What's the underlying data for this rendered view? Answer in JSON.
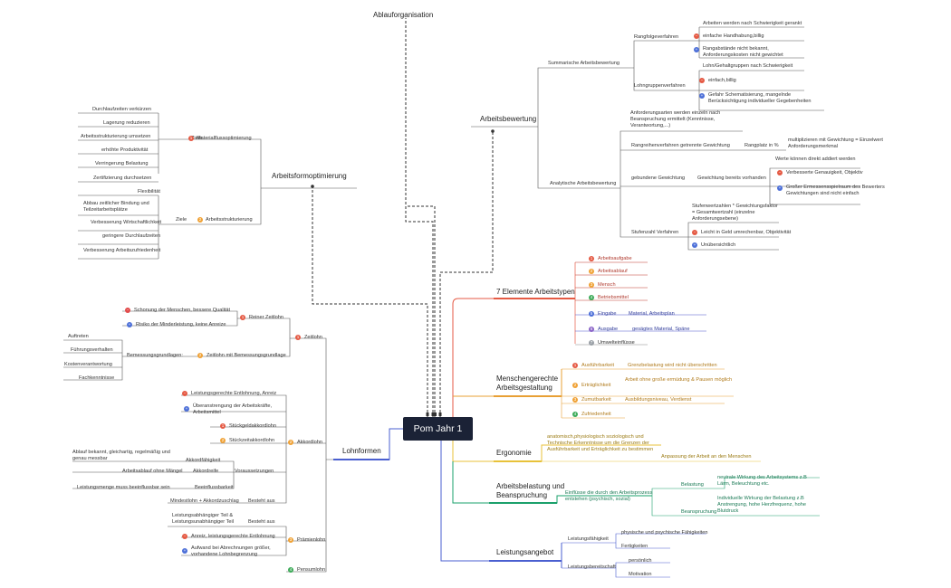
{
  "root": "Pom Jahr 1",
  "colors": {
    "root_bg": "#1b2236",
    "orange": "#e8a035",
    "red": "#e55a44",
    "green": "#1aa06b",
    "blue": "#4a5fd0",
    "purple": "#4b55c9",
    "grey": "#555555"
  },
  "ablauf": "Ablauforganisation",
  "arbeitsformopt": {
    "title": "Arbeitsformoptimierung",
    "materialfluss": "Materialflussoptimierung",
    "ziele1": "Ziele",
    "items1": [
      "Durchlaufzeiten verkürzen",
      "Lagerung reduzieren",
      "Arbeitsstrukturierung umsetzen",
      "erhöhte Produktivität",
      "Verringerung Belastung",
      "Zertifizierung durchsetzen"
    ],
    "arbeitsstruk": "Arbeitsstrukturierung",
    "ziele2": "Ziele",
    "items2": [
      "Flexibilität",
      "Abbau zeitlicher Bindung und Teilzeitarbeitsplätze",
      "Verbesserung Wirtschaftlichkeit",
      "geringere Durchlaufzeiten",
      "Verbesserung Arbeitszufriedenheit"
    ]
  },
  "arbeitsbewertung": {
    "title": "Arbeitsbewertung",
    "summarisch": "Summarische Arbeitsbewertung",
    "rangfolge": "Rangfolgeverfahren",
    "rangfolge_desc": "Arbeiten werden nach Schwierigkeit gerankt",
    "rangfolge_plus": "einfache Handhabung,billig",
    "rangfolge_minus": "Rangabstände nicht bekannt, Anforderungskosten nicht gewichtet",
    "lohngruppen": "Lohngruppenverfahren",
    "lohngruppen_desc": "Lohn/Gehaltgruppen nach Schwierigkeit",
    "lohngruppen_plus": "einfach,billig",
    "lohngruppen_minus": "Gefahr Schematisierung, mangelnde Berücksichtigung individueller Gegebenheiten",
    "analytisch": "Analytische Arbeitsbewertung",
    "analytisch_desc": "Anforderungsarten werden einzeln nach Beanspruchung ermittelt (Kenntnisse, Verantwortung,...)",
    "rangreihen": "Rangreihenverfahren getrennte Gewichtung",
    "rangplatz": "Rangplatz in %",
    "rangplatz_desc": "multiplizieren mit Gewichtung = Einzelwert Anforderungsmerkmal",
    "gebunden": "gebundene Gewichtung",
    "gewichtung_vorhanden": "Gewichtung bereits vorhanden",
    "werte": "Werte können direkt addiert werden",
    "gen_minus": "Verbesserte Genauigkeit, Objektiv",
    "gen_plus": "Großer Ermessensspielraum des Bewerters Gewichtungen sind nicht einfach",
    "stufenzahl": "Stufenzahl Verfahren",
    "stufen_desc": "Stufenwertzahlen * Gewichtungsfaktor = Gesamtwertzahl (einzelne Anforderungsebene)",
    "stufen_minus": "Leicht in Geld umrechenbar, Objektivität",
    "stufen_plus": "Unübersichtlich"
  },
  "sieben": {
    "title": "7 Elemente Arbeitstypen",
    "items": [
      {
        "label": "Arbeitsaufgabe",
        "num": "1",
        "extra": ""
      },
      {
        "label": "Arbeitsablauf",
        "num": "2",
        "extra": ""
      },
      {
        "label": "Mensch",
        "num": "3",
        "extra": ""
      },
      {
        "label": "Betriebsmittel",
        "num": "4",
        "extra": ""
      },
      {
        "label": "Eingabe",
        "num": "5",
        "extra": "Material, Arbeitsplan"
      },
      {
        "label": "Ausgabe",
        "num": "6",
        "extra": "gesägtes Material, Späne"
      },
      {
        "label": "Umwelteinflüsse",
        "num": "7",
        "extra": ""
      }
    ]
  },
  "menschen": {
    "title": "Menschengerechte Arbeitsgestaltung",
    "items": [
      {
        "label": "Ausführbarkeit",
        "num": "1",
        "desc": "Grenzbelastung wird nicht überschritten"
      },
      {
        "label": "Erträglichkeit",
        "num": "2",
        "desc": "Arbeit ohne große ermüdung & Pausen möglich"
      },
      {
        "label": "Zumutbarkeit",
        "num": "3",
        "desc": "Ausbildungsniveau, Verdienst"
      },
      {
        "label": "Zufriedenheit",
        "num": "4",
        "desc": ""
      }
    ]
  },
  "ergonomie": {
    "title": "Ergonomie",
    "desc": "anatomisch,physiologisch soziologisch und Technische Erkenntnisse um die Grenzen der Ausführbarkeit und Erträglichkeit zu bestimmen",
    "desc2": "Anpassung der Arbeit an den Menschen"
  },
  "belastung": {
    "title": "Arbeitsbelastung und Beanspruchung",
    "desc": "Einflüsse die durch den Arbeitsprozess entstehen (psychisch, sozial)",
    "bel": "Belastung",
    "bel_desc": "neutrale Wirkung des Arbeitsystems z.B Lärm, Beleuchtung etc.",
    "bea": "Beanspruchung",
    "bea_desc": "Individuelle Wirkung der Belastung z.B Anstrengung, hohe Herzfrequenz, hohe Blutdruck"
  },
  "leistung": {
    "title": "Leistungsangebot",
    "faehigkeit": "Leistungsfähigkeit",
    "f1": "physische und psychische Fähigkeiten",
    "f2": "Fertigkeiten",
    "bereitschaft": "Leistungsbereitschaft",
    "b1": "persönlich",
    "b2": "Motivation"
  },
  "lohn": {
    "title": "Lohnformen",
    "zeitlohn": "Zeitlohn",
    "reiner": "Reiner Zeitlohn",
    "reiner_plus": "Schonung der Menschen, bessere Qualität",
    "reiner_minus": "Risiko der Minderleistung, keine Anreize",
    "bemessung": "Zeitlohn mit Bemessungsgrundlage",
    "bemessungsgrundlagen": "Bemessungsgrundlagen:",
    "bem_items": [
      "Auftreten",
      "Führungsverhalten",
      "Kostenverantwortung",
      "Fachkenntnisse"
    ],
    "akkord": "Akkordlohn",
    "akk_plus": "Leistungsgerechte Entlohnung, Anreiz",
    "akk_minus": "Überanstrengung der Arbeitskräfte, Arbeitsmittel",
    "stueckgeld": "Stückgeldakkordlohn",
    "stueckzeit": "Stückzeitakkordlohn",
    "voraussetzungen": "Voraussetzungen",
    "akkordfaehigkeit": "Akkordfähigkeit",
    "akkordfaehigkeit_desc": "Ablauf bekannt, gleichartig, regelmäßig und genau messbar",
    "akkordreife": "Akkordreife",
    "akkordreife_desc": "Arbeitsablauf ohne Mängel",
    "beeinfluss": "Beeinflussbarkeit",
    "beeinfluss_desc": "Leistungsmenge muss beeinflussbar sein",
    "besteht": "Besteht aus",
    "besteht_desc": "Mindestlohn + Akkordzuschlag",
    "praemie": "Prämienlohn",
    "praemie_besteht": "Besteht aus",
    "praemie_desc": "Leistungsabhängiger Teil & Leistungsunabhängiger Teil",
    "praemie_plus": "Anreiz, leistungsgerechte Entlohnung",
    "praemie_minus": "Aufwand bei Abrechnungen größer, vorhandene Lohnbegrenzung",
    "pensum": "Pensumlohn"
  }
}
